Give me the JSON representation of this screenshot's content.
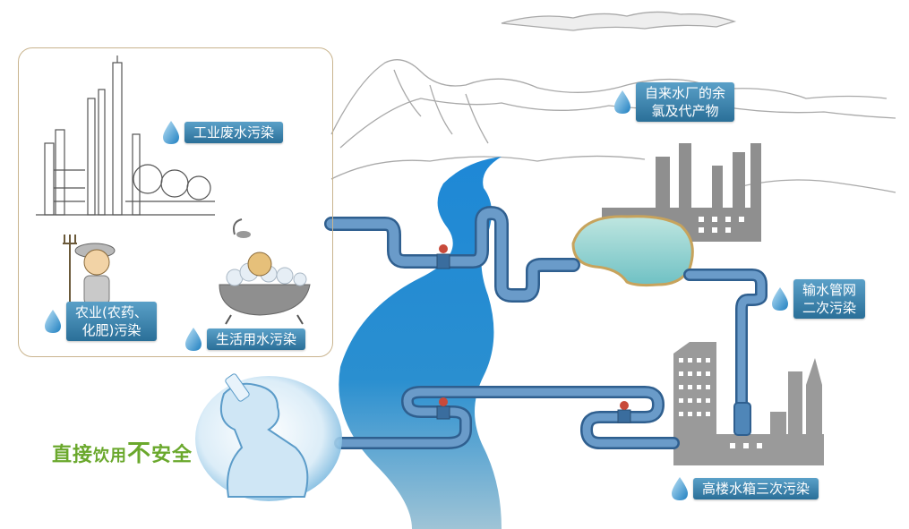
{
  "labels": {
    "industrial": "工业废水污染",
    "agriculture": "农业(农药、\n化肥)污染",
    "domestic": "生活用水污染",
    "waterworks": "自来水厂的余\n氯及代产物",
    "pipeline": "输水管网\n二次污染",
    "tank": "高楼水箱三次污染"
  },
  "slogan": {
    "part1": "直接",
    "part2": "饮用",
    "part3": "不",
    "part4": "安全"
  },
  "colors": {
    "label_bg_top": "#5aa0c8",
    "label_bg_bottom": "#2a6f98",
    "river": "#2a8fd0",
    "pipe": "#5b8fbf",
    "building_gray": "#8f8f8f",
    "slogan_green": "#6aa82c",
    "panel_border": "#c9b48e"
  }
}
